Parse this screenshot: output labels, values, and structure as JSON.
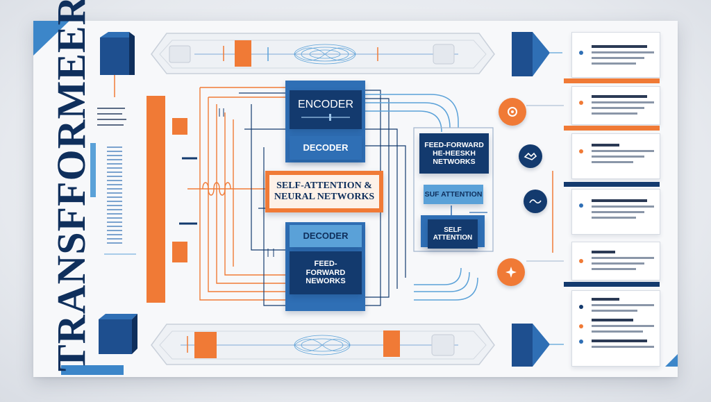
{
  "poster": {
    "title": "TRANSFFORMEER"
  },
  "blocks": {
    "encoder": "ENCODER",
    "decoder_top": "DECODER",
    "self_attention_nn": "SELF-ATTENTION & NEURAL NETWORKS",
    "decoder_bottom": "DECODER",
    "feed_forward_bottom": "FEED-FORWARD NEWORKS",
    "feed_forward_right": "FEED-FORWARD HE-HEESKH NETWORKS",
    "suf_attention": "SUF ATTENTION",
    "self_attention_small": "SELF ATTENTION"
  },
  "colors": {
    "navy": "#133a6e",
    "blue": "#2f6fb5",
    "light_blue": "#5aa1d8",
    "orange": "#f07a36"
  },
  "icons": [
    "cube-icon",
    "pipeline-arrow-icon",
    "waveform-icon",
    "circle-badge-icon"
  ]
}
